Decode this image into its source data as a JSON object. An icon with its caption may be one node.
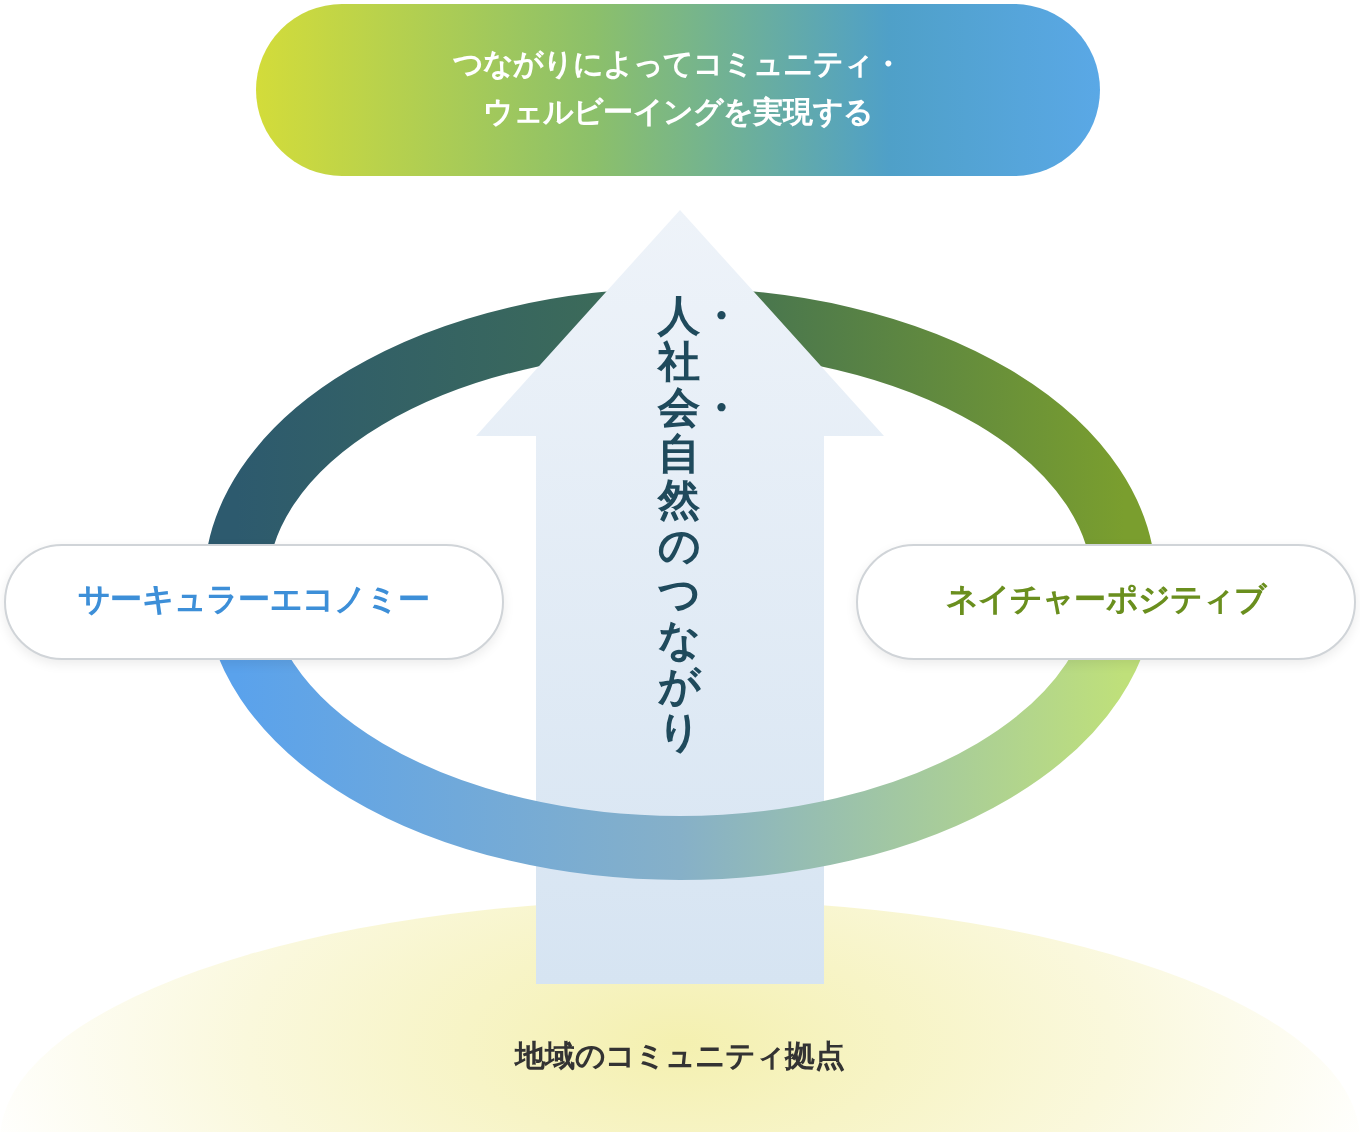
{
  "diagram": {
    "nodes": [
      {
        "text": [
          "つながりによってコミュニティ・ウェルビーイングを実現する"
        ]
      },
      {
        "text": [
          "人・社会・自然のつながり"
        ]
      },
      {
        "text": [
          "サーキュラーエコノミー"
        ]
      },
      {
        "text": [
          "ネイチャーポジティブ"
        ]
      },
      {
        "text": [
          "地域のコミュニティ拠点"
        ]
      }
    ]
  }
}
